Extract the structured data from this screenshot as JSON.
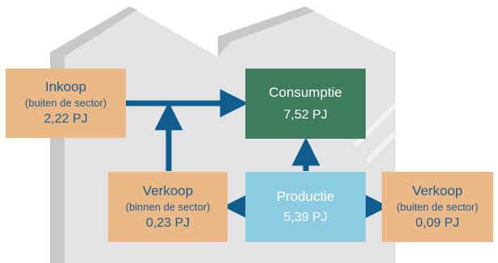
{
  "diagram": {
    "colors": {
      "building_front": "#e3e3e3",
      "building_side": "#c8c8c8",
      "arrow": "#0f5c8f",
      "source_box": "#eab987",
      "source_text": "#1f5a8c",
      "consumption_box": "#3f7b5f",
      "production_box": "#8ccbe2"
    },
    "boxes": {
      "inkoop": {
        "title": "Inkoop",
        "sub": "(buiten de sector)",
        "value": "2,22 PJ"
      },
      "consumptie": {
        "title": "Consumptie",
        "value": "7,52 PJ"
      },
      "productie": {
        "title": "Productie",
        "value": "5,39 PJ"
      },
      "verkoop_binnen": {
        "title": "Verkoop",
        "sub": "(binnen de sector)",
        "value": "0,23 PJ"
      },
      "verkoop_buiten": {
        "title": "Verkoop",
        "sub": "(buiten de sector)",
        "value": "0,09 PJ"
      }
    }
  }
}
